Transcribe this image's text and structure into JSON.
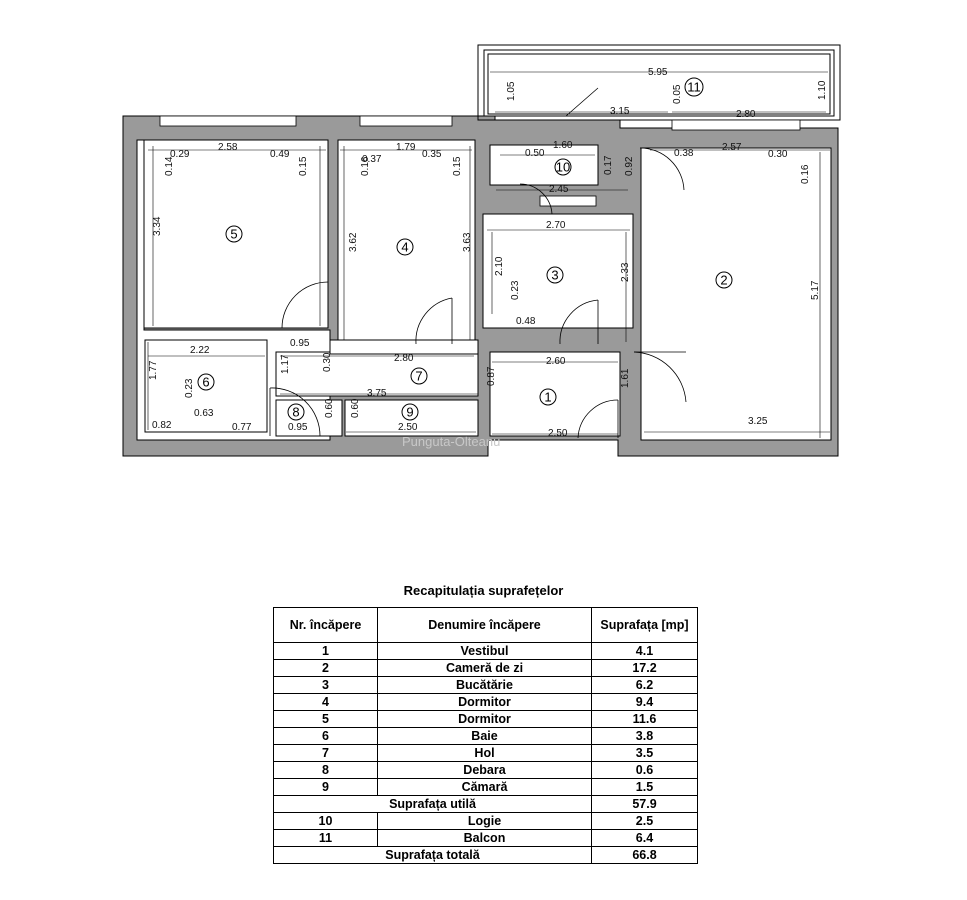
{
  "watermark": "Punguta-Olteanu",
  "rooms": [
    {
      "id": "1"
    },
    {
      "id": "2"
    },
    {
      "id": "3"
    },
    {
      "id": "4"
    },
    {
      "id": "5"
    },
    {
      "id": "6"
    },
    {
      "id": "7"
    },
    {
      "id": "8"
    },
    {
      "id": "9"
    },
    {
      "id": "10"
    },
    {
      "id": "11"
    }
  ],
  "dimensions": {
    "balcony_len": "5.95",
    "balcony_left_h": "1.05",
    "balcony_right_h": "1.10",
    "balcony_mid_a": "3.15",
    "balcony_mid_b": "2.80",
    "balcony_gap": "0.05",
    "r10_top": "1.60",
    "r10_left": "0.50",
    "r10_h1": "0.17",
    "r10_h2": "0.92",
    "r10_bottom": "2.45",
    "r2_gap": "0.38",
    "r2_top": "2.57",
    "r2_right_gap": "0.30",
    "r2_right_small": "0.16",
    "r2_h": "5.17",
    "r2_bottom": "3.25",
    "r5_gap_l": "0.29",
    "r5_top": "2.58",
    "r5_gap_r": "0.49",
    "r5_small_l": "0.14",
    "r5_small_r": "0.15",
    "r5_h": "3.34",
    "r4_gap_l": "0.37",
    "r4_top": "1.79",
    "r4_gap_r": "0.35",
    "r4_small_l": "0.16",
    "r4_small_r": "0.15",
    "r4_h_l": "3.62",
    "r4_h_r": "3.63",
    "r3_top": "2.70",
    "r3_h_l": "2.10",
    "r3_small": "0.23",
    "r3_gap": "0.48",
    "r3_h_r": "2.33",
    "r6_top": "2.22",
    "r6_h": "1.77",
    "r6_small": "0.23",
    "r6_win": "0.63",
    "r6_bot_l": "0.82",
    "r6_bot_r": "0.77",
    "r6_door_h": "1.17",
    "hol_w1": "0.95",
    "hol_h1": "0.30",
    "hol_len": "2.80",
    "hol_len2": "3.75",
    "hol_right": "0.87",
    "vest_top": "2.60",
    "vest_h": "1.61",
    "vest_bottom": "2.50",
    "r8_bottom": "0.95",
    "r8_h_l": "0.60",
    "r9_h_l": "0.60",
    "r9_bottom": "2.50"
  },
  "summary": {
    "title": "Recapitulația suprafețelor",
    "headers": [
      "Nr. încăpere",
      "Denumire încăpere",
      "Suprafața [mp]"
    ],
    "rows": [
      {
        "nr": "1",
        "name": "Vestibul",
        "area": "4.1"
      },
      {
        "nr": "2",
        "name": "Cameră de zi",
        "area": "17.2"
      },
      {
        "nr": "3",
        "name": "Bucătărie",
        "area": "6.2"
      },
      {
        "nr": "4",
        "name": "Dormitor",
        "area": "9.4"
      },
      {
        "nr": "5",
        "name": "Dormitor",
        "area": "11.6"
      },
      {
        "nr": "6",
        "name": "Baie",
        "area": "3.8"
      },
      {
        "nr": "7",
        "name": "Hol",
        "area": "3.5"
      },
      {
        "nr": "8",
        "name": "Debara",
        "area": "0.6"
      },
      {
        "nr": "9",
        "name": "Cămară",
        "area": "1.5"
      }
    ],
    "useful_label": "Suprafața utilă",
    "useful_value": "57.9",
    "rows2": [
      {
        "nr": "10",
        "name": "Logie",
        "area": "2.5"
      },
      {
        "nr": "11",
        "name": "Balcon",
        "area": "6.4"
      }
    ],
    "total_label": "Suprafața totală",
    "total_value": "66.8"
  }
}
